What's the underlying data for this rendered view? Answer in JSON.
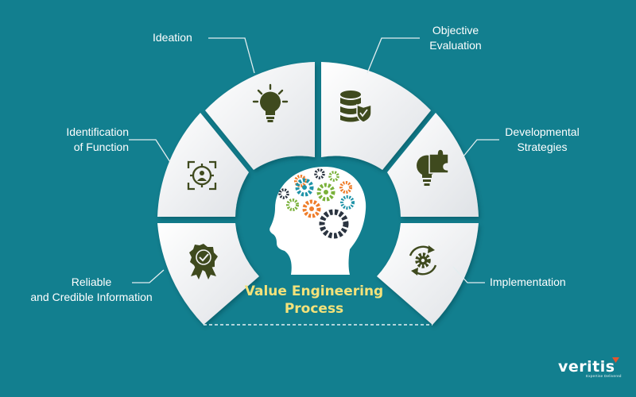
{
  "center": {
    "line1": "Value Engineering",
    "line2": "Process"
  },
  "steps": [
    {
      "id": "ideation",
      "lines": [
        "Ideation"
      ],
      "icon": "lightbulb-icon"
    },
    {
      "id": "objective-evaluation",
      "lines": [
        "Objective",
        "Evaluation"
      ],
      "icon": "database-shield-icon"
    },
    {
      "id": "identification-of-function",
      "lines": [
        "Identification",
        "of Function"
      ],
      "icon": "target-person-icon"
    },
    {
      "id": "developmental-strategies",
      "lines": [
        "Developmental",
        "Strategies"
      ],
      "icon": "bulb-puzzle-icon"
    },
    {
      "id": "reliable-information",
      "lines": [
        "Reliable",
        "and Credible Information"
      ],
      "icon": "award-badge-icon"
    },
    {
      "id": "implementation",
      "lines": [
        "Implementation"
      ],
      "icon": "gear-cycle-icon"
    }
  ],
  "brand": {
    "name": "veritis",
    "tagline": "Expertise Delivered"
  },
  "colors": {
    "background": "#127f8f",
    "segment": "#f1f2f4",
    "icon": "#3f4a1e",
    "head": "#ffffff",
    "center_text": "#f4e27a",
    "gear_teal": "#1f93a8",
    "gear_green": "#7ab13a",
    "gear_orange": "#ef7d2a",
    "gear_dark": "#2b3440",
    "brand_accent": "#e3552f"
  }
}
